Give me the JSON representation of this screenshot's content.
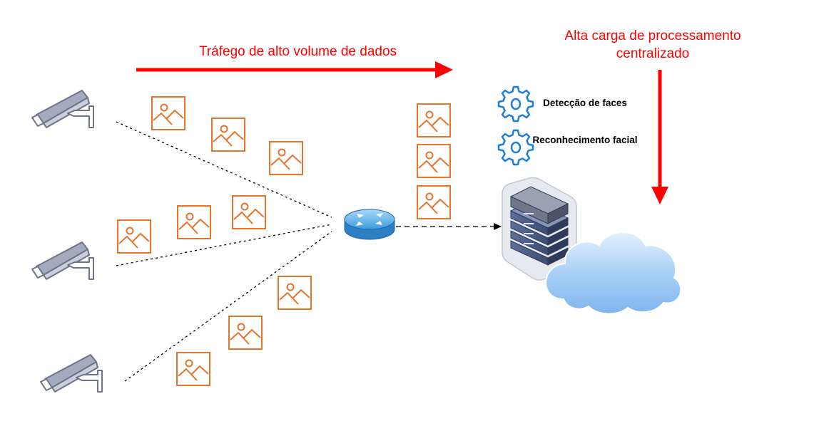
{
  "labels": {
    "traffic": "Tráfego de alto volume de dados",
    "load": "Alta carga de processamento centralizado",
    "face_detection": "Detecção de faces",
    "face_recognition": "Reconhecimento facial"
  },
  "icons": {
    "camera": "security-camera-icon",
    "image": "image-icon",
    "router": "router-icon",
    "gear": "gear-icon",
    "server": "server-rack-icon",
    "cloud": "cloud-icon"
  },
  "colors": {
    "arrow_red": "#ff0000",
    "image_orange": "#e8732a",
    "gear_blue": "#1b7ed8",
    "camera_gray": "#8a93a8",
    "cloud_blue": "#9cc8f5",
    "router_blue": "#2d8fd8"
  }
}
